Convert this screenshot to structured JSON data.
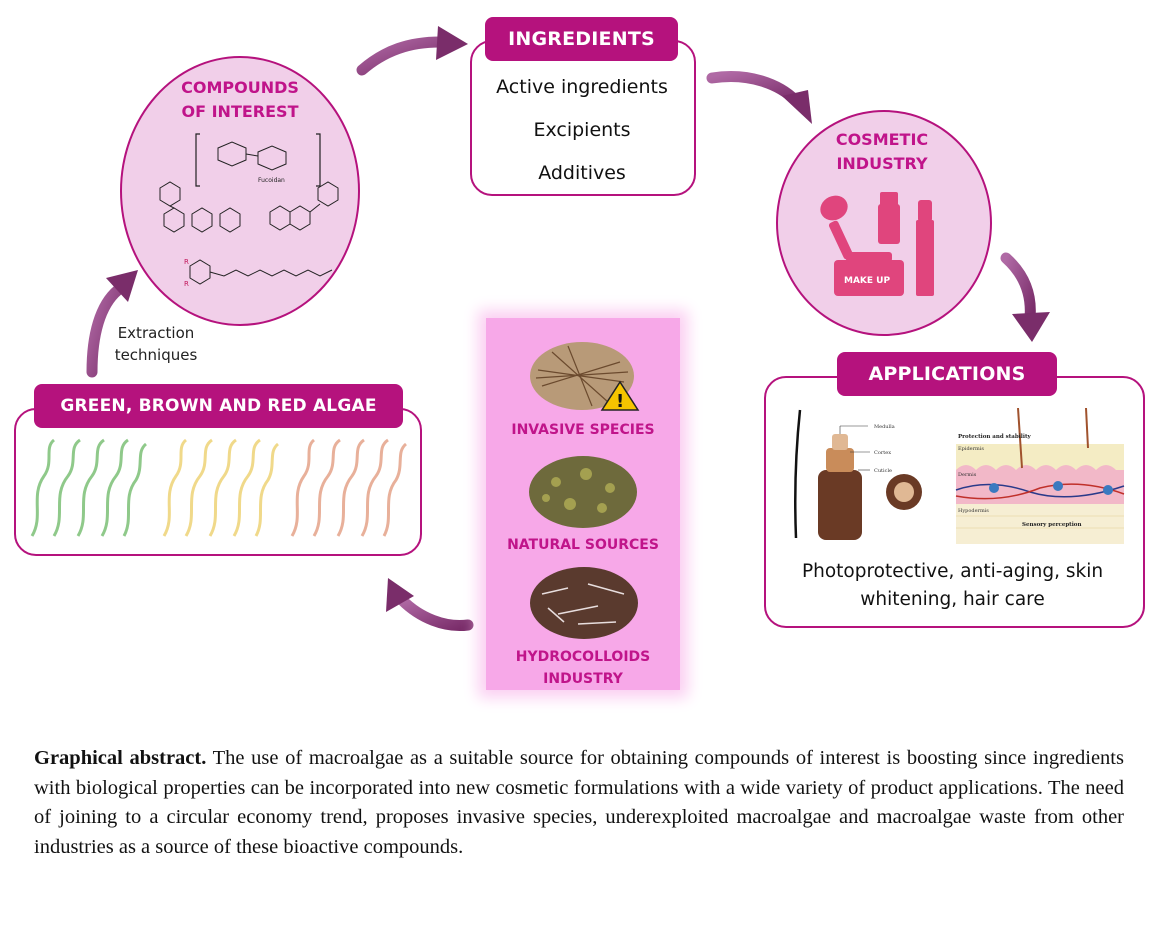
{
  "ingredients": {
    "title": "INGREDIENTS",
    "items": [
      "Active ingredients",
      "Excipients",
      "Additives"
    ]
  },
  "compounds": {
    "title_line1": "COMPOUNDS",
    "title_line2": "OF INTEREST",
    "fucoidan_label": "Fucoidan"
  },
  "cosmetic": {
    "title_line1": "COSMETIC",
    "title_line2": "INDUSTRY",
    "makeup_label": "MAKE UP"
  },
  "applications": {
    "title": "APPLICATIONS",
    "description": "Photoprotective, anti-aging, skin whitening, hair care",
    "hair_labels": [
      "Medulla",
      "Cortex",
      "Cuticle"
    ],
    "skin_labels": [
      "Protection and stability",
      "Epidermis",
      "Dermis",
      "Hypodermis",
      "Sensory perception"
    ]
  },
  "algae": {
    "title": "GREEN, BROWN AND RED ALGAE",
    "colors": [
      "#8fc98a",
      "#f0d98a",
      "#e8b09a"
    ]
  },
  "extraction": {
    "line1": "Extraction",
    "line2": "techniques"
  },
  "sources": {
    "items": [
      "INVASIVE SPECIES",
      "NATURAL SOURCES",
      "HYDROCOLLOIDS INDUSTRY"
    ],
    "hydro_line1": "HYDROCOLLOIDS",
    "hydro_line2": "INDUSTRY"
  },
  "caption": {
    "lead": "Graphical abstract.",
    "body": " The use of macroalgae as a suitable source for obtaining compounds of interest is boosting since ingredients with biological properties can be incorporated into new cosmetic formulations with a wide variety of product applications. The need of joining to a circular economy trend, proposes invasive species, underexploited macroalgae and macroalgae waste from other industries as a source of these bioactive compounds."
  },
  "colors": {
    "accent": "#b5127d",
    "circle_fill": "#f1cfe9",
    "arrow": "#8a3a78",
    "sources_panel": "#f7a8e8"
  }
}
